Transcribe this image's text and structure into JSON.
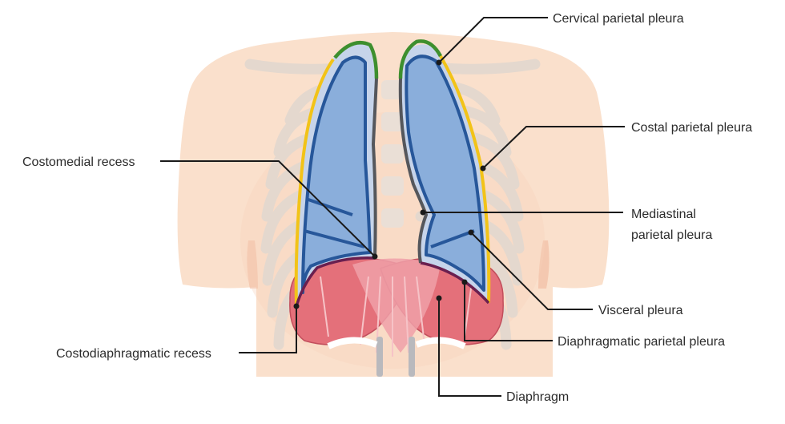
{
  "labels": {
    "cervical_parietal_pleura": "Cervical parietal pleura",
    "costal_parietal_pleura": "Costal parietal pleura",
    "costomedial_recess": "Costomedial recess",
    "mediastinal_line1": "Mediastinal",
    "mediastinal_line2": "parietal pleura",
    "visceral_pleura": "Visceral pleura",
    "diaphragmatic_parietal_pleura": "Diaphragmatic parietal pleura",
    "costodiaphragmatic_recess": "Costodiaphragmatic recess",
    "diaphragm": "Diaphragm"
  },
  "colors": {
    "skin": "#fae0cc",
    "skin_shade": "#f4c9ad",
    "rib": "#e8dcd2",
    "lung_fill": "#8aaedb",
    "lung_outline": "#27579a",
    "pleural_cavity": "#c6d4ea",
    "cervical_pleura": "#3e8f2e",
    "costal_pleura": "#f2c318",
    "mediastinal_pleura": "#55575c",
    "diaphragmatic_pleura": "#6a1f4f",
    "diaphragm_muscle": "#e4707a",
    "leader_line": "#1a1a1a"
  }
}
